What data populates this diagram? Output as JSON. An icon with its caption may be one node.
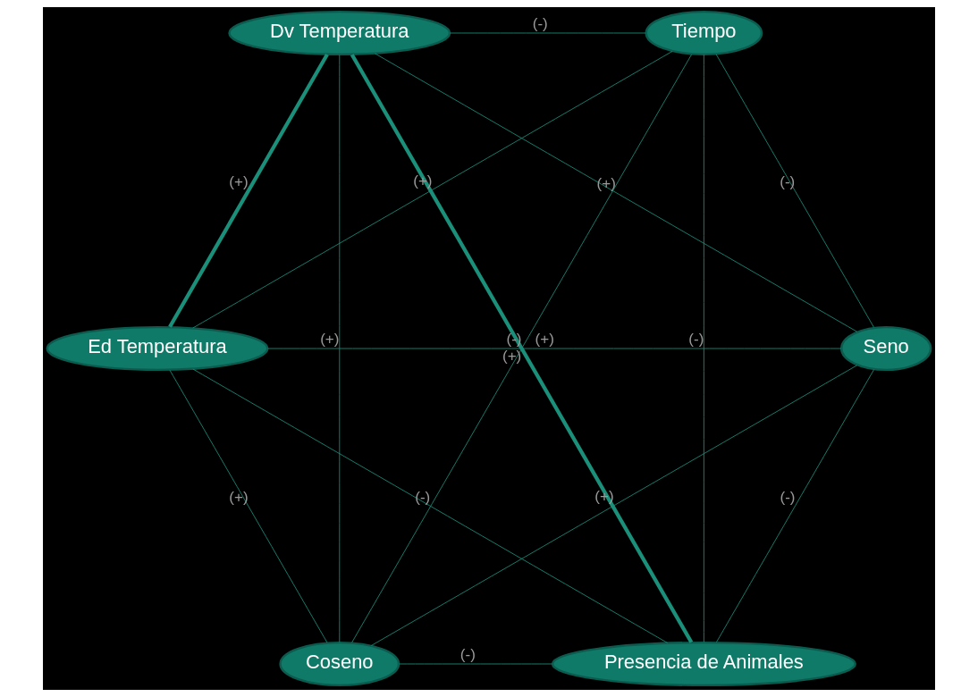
{
  "diagram": {
    "nodes": [
      {
        "text": [
          "Presencia de Animales"
        ]
      },
      {
        "text": [
          "Seno"
        ]
      },
      {
        "text": [
          "Ed Temperatura"
        ]
      },
      {
        "text": [
          "Dv Temperatura"
        ]
      },
      {
        "text": [
          "Tiempo"
        ]
      },
      {
        "text": [
          "Coseno"
        ]
      }
    ],
    "edges": [
      {
        "from": 0,
        "to": 2,
        "arrow": "none",
        "label": "(-)"
      },
      {
        "from": 0,
        "to": 3,
        "arrow": "none",
        "label": "(-)",
        "style": "thick"
      },
      {
        "from": 0,
        "to": 1,
        "arrow": "none",
        "label": "(-)"
      },
      {
        "from": 0,
        "to": 5,
        "arrow": "none",
        "label": "(-)"
      },
      {
        "from": 0,
        "to": 4,
        "arrow": "none",
        "label": "(-)"
      },
      {
        "from": 2,
        "to": 1,
        "arrow": "none",
        "label": "(+)"
      },
      {
        "from": 2,
        "to": 3,
        "arrow": "none",
        "label": "(+)",
        "style": "thick"
      },
      {
        "from": 3,
        "to": 1,
        "arrow": "none",
        "label": "(+)"
      },
      {
        "from": 2,
        "to": 4,
        "arrow": "none",
        "label": "(+)"
      },
      {
        "from": 2,
        "to": 5,
        "arrow": "none",
        "label": "(+)"
      },
      {
        "from": 3,
        "to": 5,
        "arrow": "none",
        "label": "(+)"
      },
      {
        "from": 1,
        "to": 5,
        "arrow": "none",
        "label": "(+)"
      },
      {
        "from": 1,
        "to": 4,
        "arrow": "none",
        "label": "(-)"
      },
      {
        "from": 3,
        "to": 4,
        "arrow": "none",
        "label": "(-)"
      },
      {
        "from": 5,
        "to": 4,
        "arrow": "none",
        "label": "(+)"
      }
    ]
  }
}
